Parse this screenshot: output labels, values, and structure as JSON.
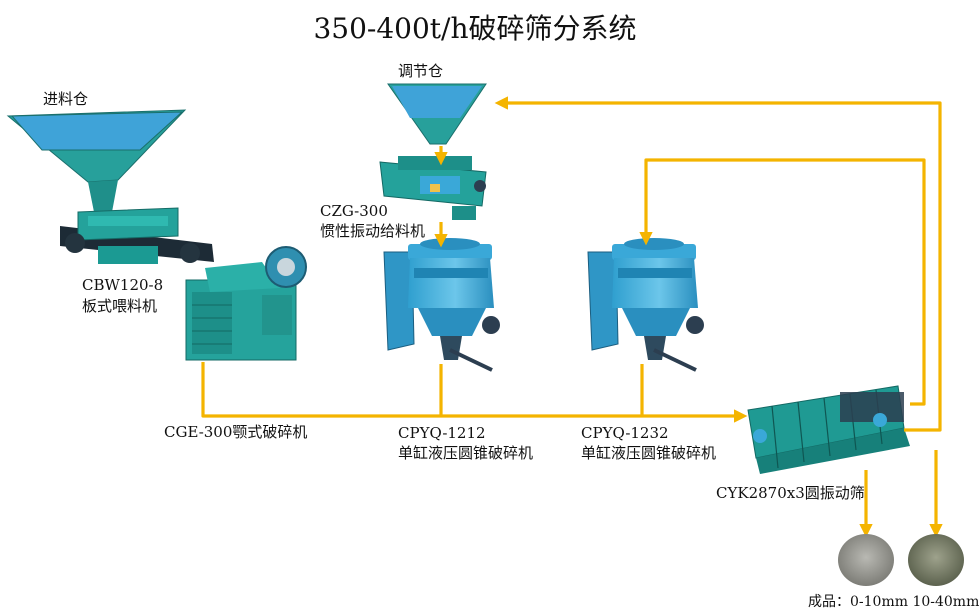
{
  "title": "350-400t/h破碎筛分系统",
  "labels": {
    "feed_bin": "进料仓",
    "surge_bin": "调节仓",
    "vibrating_feeder_model": "CZG-300",
    "vibrating_feeder_name": "惯性振动给料机",
    "apron_feeder_model": "CBW120-8",
    "apron_feeder_name": "板式喂料机",
    "jaw_crusher": "CGE-300颚式破碎机",
    "cone1_model": "CPYQ-1212",
    "cone1_name": "单缸液压圆锥破碎机",
    "cone2_model": "CPYQ-1232",
    "cone2_name": "单缸液压圆锥破碎机",
    "screen": "CYK2870x3圆振动筛",
    "product": "成品：0-10mm  10-40mm"
  },
  "colors": {
    "flow_arrow": "#f4b400",
    "hopper_outer": "#2aa6a1",
    "hopper_inner": "#39a6d6",
    "machine_teal": "#1e9c95",
    "machine_blue": "#3aa8d8",
    "steel_dark": "#2c3e50"
  }
}
